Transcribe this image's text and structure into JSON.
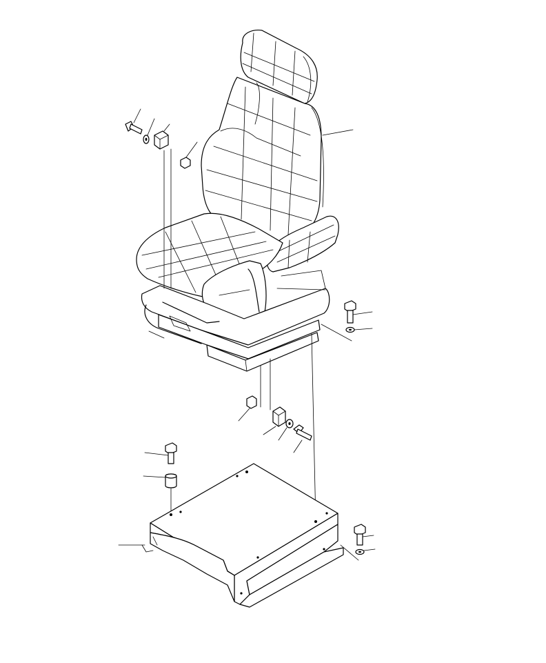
{
  "diagram": {
    "line_color": "#000000",
    "background": "#ffffff",
    "parts": [
      {
        "id": "seat-assembly",
        "kind": "seat"
      },
      {
        "id": "seat-mount-bracket",
        "kind": "stand"
      },
      {
        "id": "bolt",
        "kind": "fastener"
      },
      {
        "id": "washer",
        "kind": "fastener"
      },
      {
        "id": "spacer",
        "kind": "fastener"
      },
      {
        "id": "nut",
        "kind": "fastener"
      }
    ]
  }
}
